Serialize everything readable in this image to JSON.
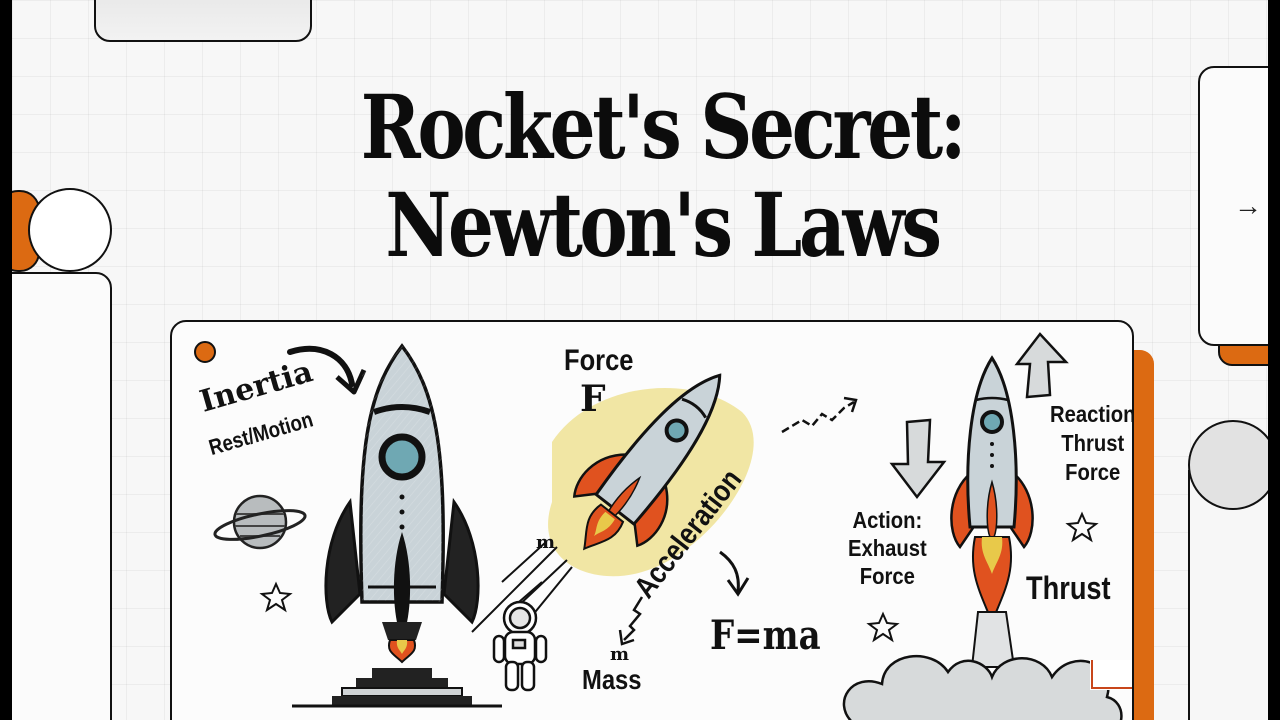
{
  "slide": {
    "title": "Rocket's Secret: Newton's Laws",
    "next_arrow": "→"
  },
  "illustration": {
    "first_law": {
      "label": "Inertia",
      "sublabel": "Rest/Motion"
    },
    "second_law": {
      "force_label": "Force",
      "force_symbol": "F",
      "mass_symbol_top": "m",
      "acceleration_label": "Acceleration",
      "mass_symbol_bottom": "m",
      "mass_label": "Mass",
      "equation": "F=ma"
    },
    "third_law": {
      "action_label": "Action:",
      "action_line2": "Exhaust",
      "action_line3": "Force",
      "reaction_label": "Reaction",
      "reaction_line2": "Thrust",
      "reaction_line3": "Force",
      "thrust_label": "Thrust"
    }
  },
  "colors": {
    "accent_orange": "#dc6a12",
    "rocket_body": "#c9d3d8",
    "window_teal": "#6fa8b3",
    "flame_red": "#e0521f",
    "flame_yellow": "#e8c94a",
    "highlight_yellow": "#efe39a"
  }
}
